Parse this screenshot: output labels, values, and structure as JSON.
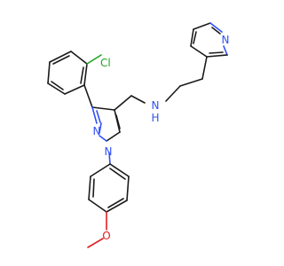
{
  "atoms": {
    "cl": "Cl",
    "nh": "N",
    "h": "H",
    "n_pyridine": "N",
    "n_pyrazole_2": "N",
    "n_pyrazole_1": "N",
    "o": "O"
  },
  "colors": {
    "bond": "#1a1a1a",
    "nitrogen": "#3050f8",
    "chlorine": "#1fa21f",
    "oxygen": "#e02020"
  }
}
